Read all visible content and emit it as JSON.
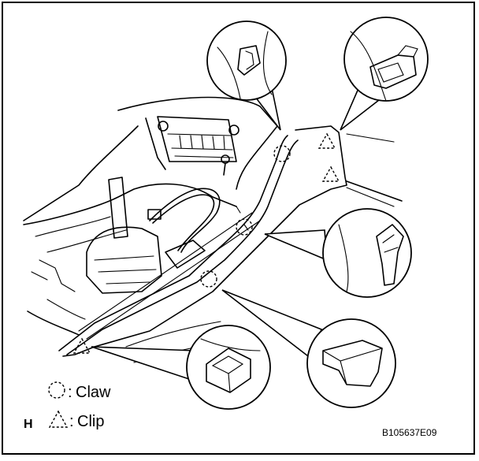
{
  "legend": {
    "claw_label": "Claw",
    "clip_label": "Clip",
    "separator": ":",
    "section_letter": "H"
  },
  "figure_code": "B105637E09",
  "icons": {
    "claw": "dashed-circle-icon",
    "clip": "dashed-triangle-icon"
  }
}
